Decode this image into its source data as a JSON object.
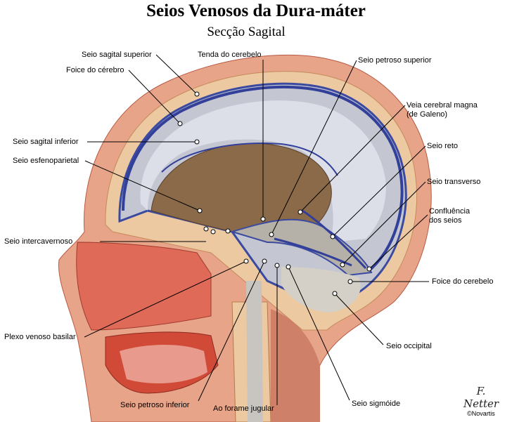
{
  "title": "Seios Venosos da Dura-máter",
  "subtitle": "Secção Sagital",
  "labels": {
    "seio_sagital_superior": "Seio sagital superior",
    "foice_do_cerebro": "Foice do cérebro",
    "seio_sagital_inferior": "Seio sagital inferior",
    "seio_esfenoparietal": "Seio esfenoparietal",
    "seio_intercavernoso": "Seio intercavernoso",
    "plexo_venoso_basilar": "Plexo venoso basilar",
    "seio_petroso_inferior": "Seio petroso inferior",
    "ao_forame_jugular": "Ao forame jugular",
    "seio_sigmoide": "Seio sigmóide",
    "seio_occipital": "Seio occipital",
    "foice_do_cerebelo": "Foice do cerebelo",
    "confluencia_line1": "Confluência",
    "confluencia_line2": "dos seios",
    "seio_transverso": "Seio transverso",
    "seio_reto": "Seio reto",
    "veia_cerebral_line1": "Veia cerebral magna",
    "veia_cerebral_line2": "(de Galeno)",
    "seio_petroso_superior": "Seio petroso superior",
    "tenda_do_cerebelo": "Tenda do cerebelo"
  },
  "signature": "F. Netter",
  "copyright": "©Novartis",
  "colors": {
    "skin": "#e7a489",
    "skin_dark": "#c9694f",
    "bone": "#ecc9a0",
    "dura": "#b8bcc8",
    "sinus": "#33409a",
    "falx": "#d4d6e0",
    "cerebrum_cavity": "#8a6a48",
    "muscle": "#d14a38",
    "nasal": "#e06a58"
  }
}
